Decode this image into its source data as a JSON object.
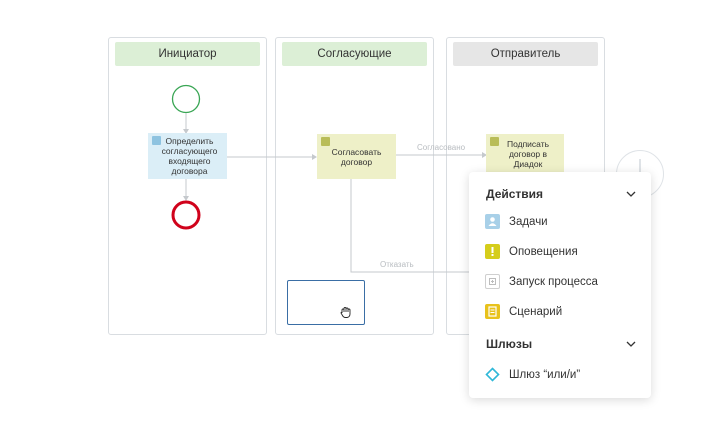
{
  "lanes": [
    {
      "title": "Инициатор",
      "header_color": "#dcefd6"
    },
    {
      "title": "Согласующие",
      "header_color": "#dcefd6"
    },
    {
      "title": "Отправитель",
      "header_color": "#e6e6e6"
    }
  ],
  "tasks": {
    "define": {
      "label": "Определить согласующего входящего договора",
      "color": "#dbeef7",
      "icon": "user-task-icon"
    },
    "approve": {
      "label": "Согласовать договор",
      "color": "#eef0c8",
      "icon": "script-task-icon"
    },
    "sign": {
      "label": "Подписать договор в Диадок",
      "color": "#eef0c8",
      "icon": "script-task-icon"
    }
  },
  "flows": {
    "approved_label": "Согласовано",
    "rejected_label": "Отказать"
  },
  "menu": {
    "actions_title": "Действия",
    "items": [
      {
        "label": "Задачи",
        "icon": "task-icon",
        "color": "#a8d0e8"
      },
      {
        "label": "Оповещения",
        "icon": "notification-icon",
        "color": "#d5cd1b"
      },
      {
        "label": "Запуск процесса",
        "icon": "process-launch-icon",
        "color": "#cfcfcf"
      },
      {
        "label": "Сценарий",
        "icon": "script-icon",
        "color": "#e8c21c"
      }
    ],
    "gateways_title": "Шлюзы",
    "gateways": [
      {
        "label": "Шлюз “или/и”",
        "icon": "gateway-diamond-icon",
        "color": "#2fb8d8"
      }
    ]
  },
  "colors": {
    "start_event": "#3aa655",
    "end_event": "#d0021b",
    "selection": "#3a6ea5"
  }
}
